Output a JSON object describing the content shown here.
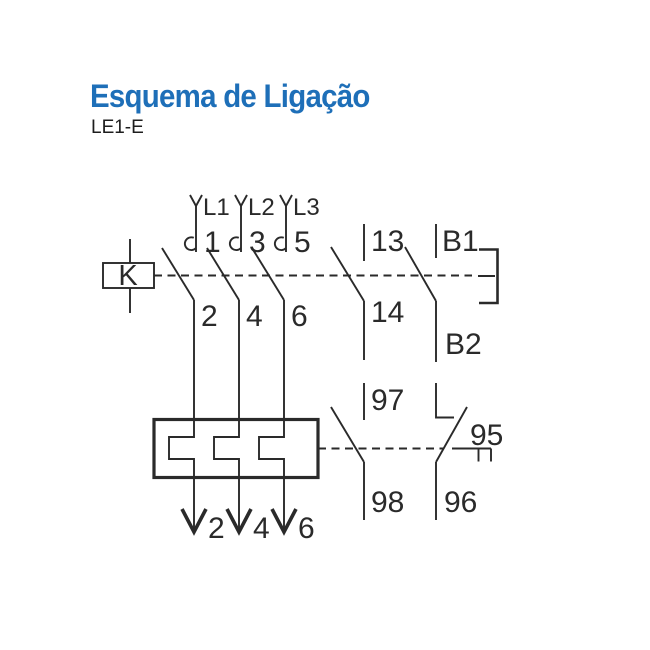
{
  "header": {
    "title": "Esquema de Ligação",
    "subtitle": "LE1-E"
  },
  "colors": {
    "title_blue": "#1e6fb8",
    "diagram_ink": "#2a2a2a"
  },
  "diagram": {
    "contactor_coil": {
      "label": "K"
    },
    "poles": [
      {
        "supply": "L1",
        "in": "1",
        "out": "2",
        "load": "2"
      },
      {
        "supply": "L2",
        "in": "3",
        "out": "4",
        "load": "4"
      },
      {
        "supply": "L3",
        "in": "5",
        "out": "6",
        "load": "6"
      }
    ],
    "aux_contact": {
      "in": "13",
      "out": "14"
    },
    "coil_terminals": {
      "in": "B1",
      "out": "B2"
    },
    "overload_no_contact": {
      "in": "97",
      "out": "98"
    },
    "overload_nc_contact": {
      "in": "95",
      "out": "96"
    }
  }
}
